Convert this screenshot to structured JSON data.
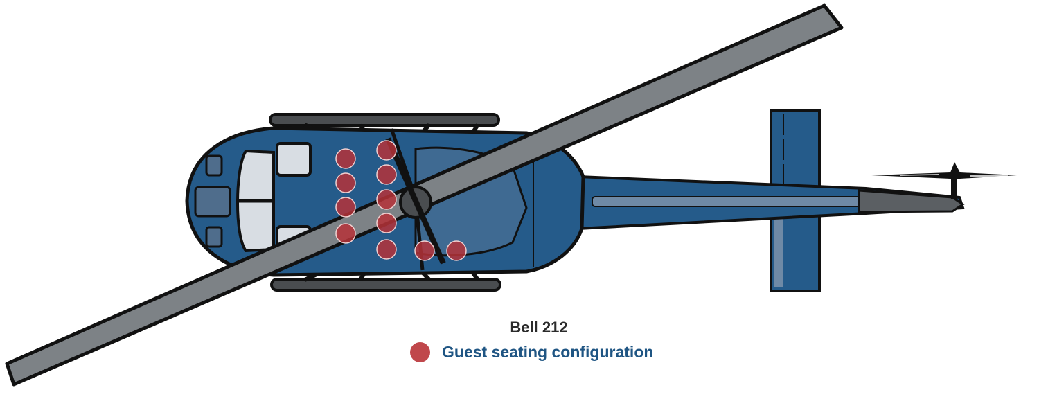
{
  "diagram": {
    "title": "Bell 212",
    "subject": "helicopter top view",
    "legend": {
      "label": "Guest seating configuration",
      "marker_color": "#c0474b"
    },
    "seat_count": 11,
    "colors": {
      "fuselage": "#255b8a",
      "fuselage_light": "#6f8aa6",
      "window": "#d8dde3",
      "rotor": "#7d8286",
      "outline": "#111111",
      "seat": "#b53338"
    }
  }
}
